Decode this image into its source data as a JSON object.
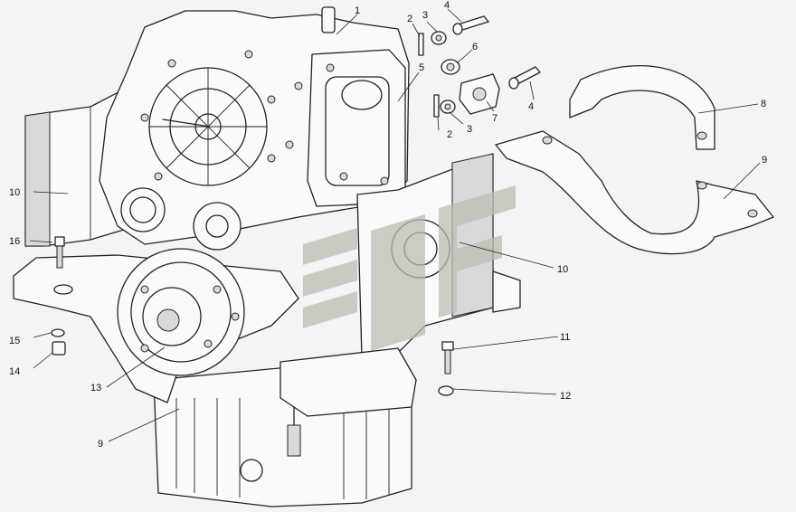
{
  "callouts": {
    "c1": "1",
    "c2a": "2",
    "c2b": "2",
    "c3a": "3",
    "c3b": "3",
    "c4a": "4",
    "c4b": "4",
    "c5": "5",
    "c6": "6",
    "c7": "7",
    "c8": "8",
    "c9a": "9",
    "c9b": "9",
    "c10a": "10",
    "c10b": "10",
    "c11": "11",
    "c12": "12",
    "c13": "13",
    "c14": "14",
    "c15": "15",
    "c16": "16"
  },
  "colors": {
    "line": "#222222",
    "background": "#f4f4f4",
    "watermark": "#b8bdb0"
  }
}
